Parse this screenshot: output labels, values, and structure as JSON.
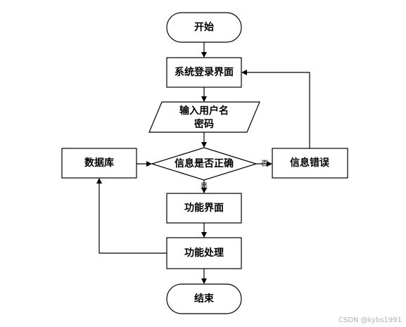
{
  "nodes": {
    "start": "开始",
    "login": "系统登录界面",
    "input_line1": "输入用户名",
    "input_line2": "密码",
    "check": "信息是否正确",
    "error": "信息错误",
    "database": "数据库",
    "function_ui": "功能界面",
    "function_proc": "功能处理",
    "end": "结束"
  },
  "edges": {
    "no": "否",
    "yes": "是"
  },
  "watermark": "CSDN @kybs1991",
  "colors": {
    "stroke": "#000000",
    "fill": "#ffffff",
    "watermark": "#b0b0b0"
  }
}
